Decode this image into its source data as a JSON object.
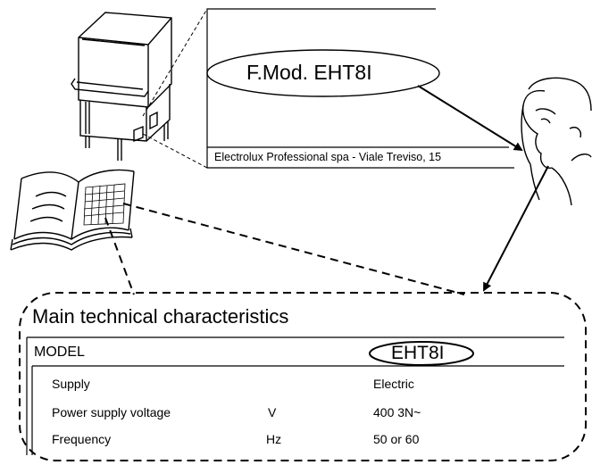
{
  "rating_plate": {
    "model_label": "F.Mod. EHT8I",
    "manufacturer_line": "Electrolux Professional spa - Viale Treviso, 15"
  },
  "manual_table": {
    "title": "Main technical characteristics",
    "header": {
      "label": "MODEL",
      "value": "EHT8I"
    },
    "rows": [
      {
        "label": "Supply",
        "unit": "",
        "value": "Electric"
      },
      {
        "label": "Power supply voltage",
        "unit": "V",
        "value": "400 3N~"
      },
      {
        "label": "Frequency",
        "unit": "Hz",
        "value": "50 or 60"
      }
    ]
  }
}
